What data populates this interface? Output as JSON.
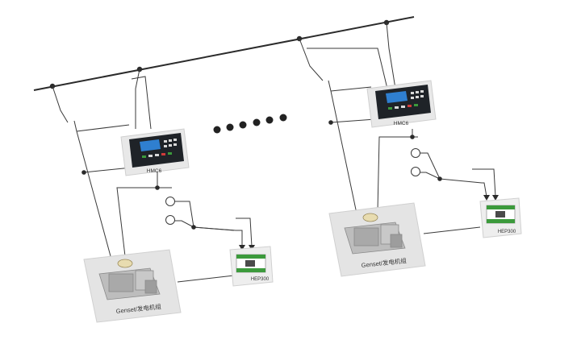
{
  "units": [
    {
      "controller": {
        "model": "HMC6"
      },
      "genset": {
        "label": "Genset/发电机组"
      },
      "protection": {
        "model": "HEP300"
      }
    },
    {
      "controller": {
        "model": "HMC6"
      },
      "genset": {
        "label": "Genset/发电机组"
      },
      "protection": {
        "model": "HEP300"
      }
    }
  ],
  "colors": {
    "busbar": "#2b2b2b",
    "wire": "#3a3a3a",
    "panel_bg": "#e6e6e6",
    "controller_screen": "#2f7fd0",
    "controller_body": "#1f2328",
    "protection_green": "#3c9a3c"
  },
  "continuation_marker": "dots"
}
